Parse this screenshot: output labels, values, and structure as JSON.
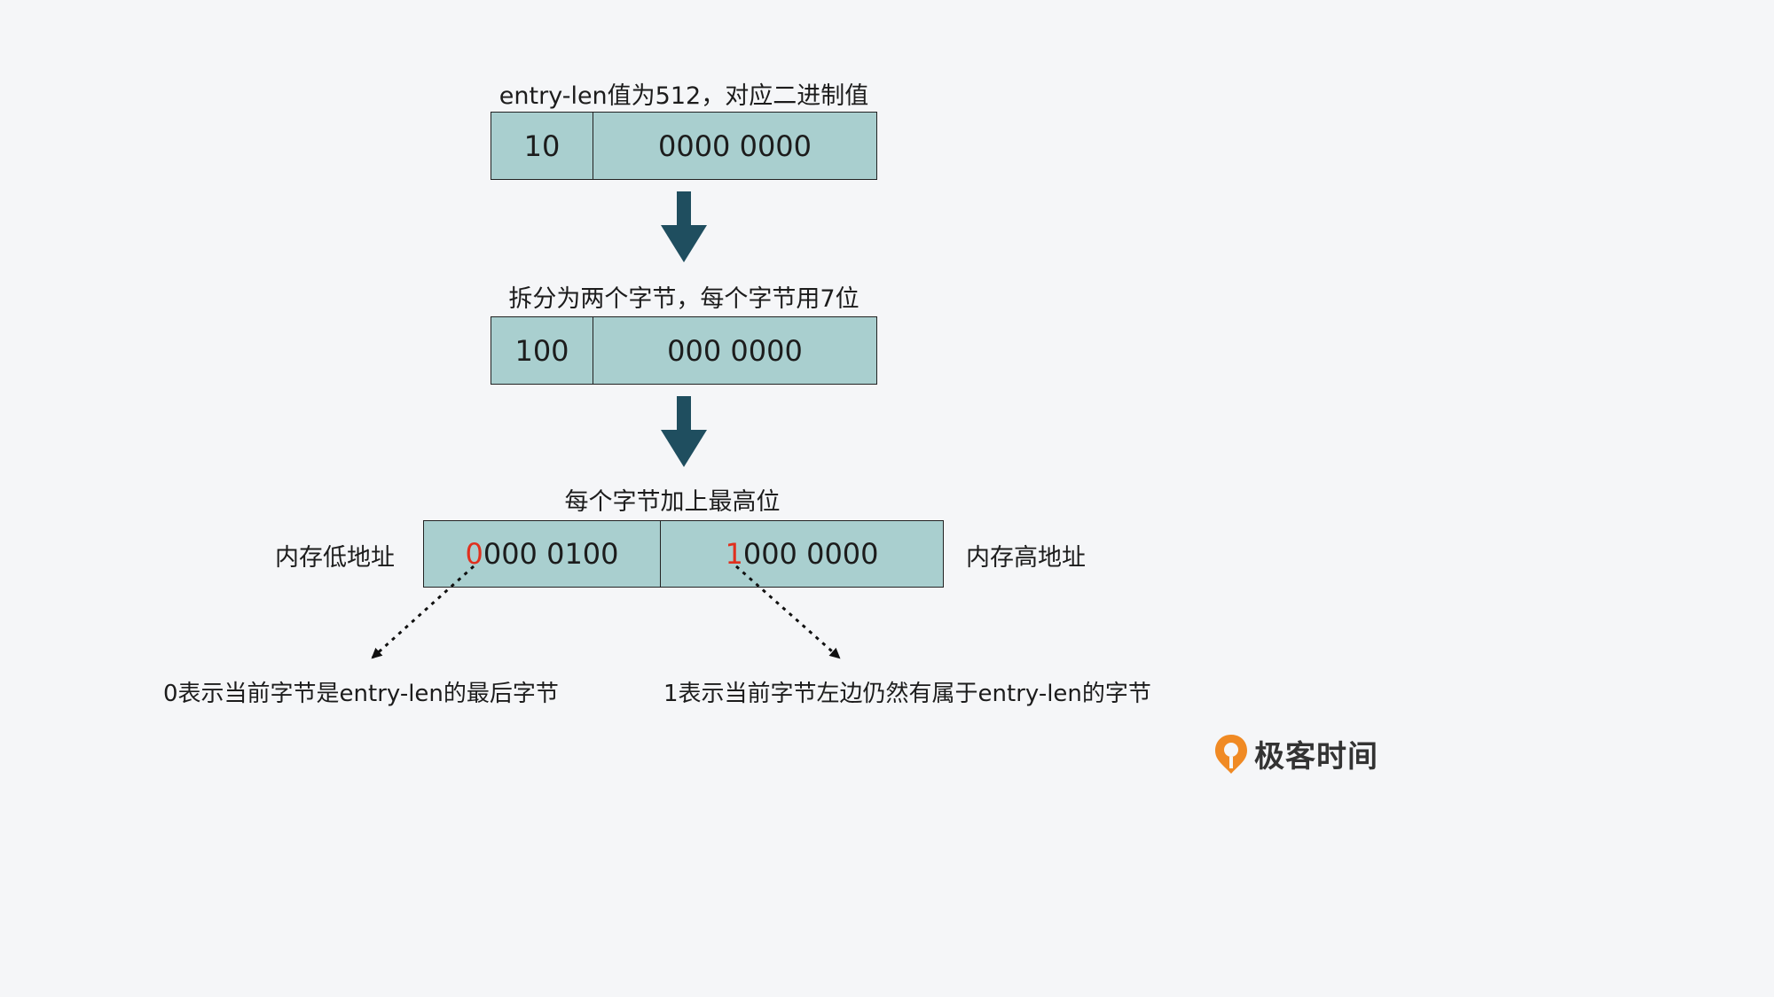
{
  "colors": {
    "background": "#f5f6f8",
    "box_fill": "#a9cfcf",
    "box_border": "#222222",
    "arrow": "#1f4e5f",
    "highlight": "#e0301e"
  },
  "step1": {
    "caption": "entry-len值为512，对应二进制值",
    "cells": [
      "10",
      "0000 0000"
    ]
  },
  "step2": {
    "caption": "拆分为两个字节，每个字节用7位",
    "cells": [
      "100",
      "000 0000"
    ]
  },
  "step3": {
    "caption": "每个字节加上最高位",
    "left_label": "内存低地址",
    "right_label": "内存高地址",
    "byte1": {
      "msb": "0",
      "rest": "000 0100"
    },
    "byte2": {
      "msb": "1",
      "rest": "000 0000"
    }
  },
  "notes": {
    "left": "0表示当前字节是entry-len的最后字节",
    "right": "1表示当前字节左边仍然有属于entry-len的字节"
  },
  "logo": {
    "text": "极客时间",
    "icon": "geektime-logo-icon"
  }
}
